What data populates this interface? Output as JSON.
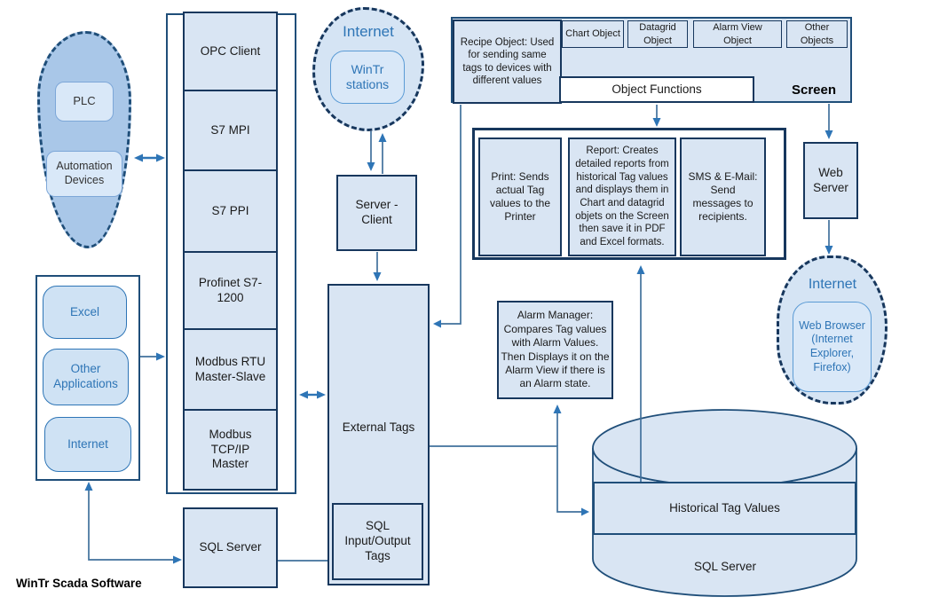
{
  "title": "WinTr Scada Software",
  "automation_cloud": {
    "plc": "PLC",
    "devices": "Automation Devices"
  },
  "stack": {
    "items": [
      "OPC Client",
      "S7 MPI",
      "S7 PPI",
      "Profinet S7-1200",
      "Modbus RTU Master-Slave",
      "Modbus TCP/IP Master"
    ]
  },
  "applications": {
    "items": [
      "Excel",
      "Other Applications",
      "Internet"
    ]
  },
  "sql_server_box": "SQL Server",
  "internet_cloud_top": {
    "label": "Internet",
    "inner": "WinTr stations"
  },
  "server_client": "Server - Client",
  "external_tags": {
    "label": "External Tags",
    "sub": "SQL Input/Output Tags"
  },
  "screen": {
    "recipe": "Recipe Object: Used for sending same tags to devices with different values",
    "objects": [
      "Chart Object",
      "Datagrid Object",
      "Alarm View Object",
      "Other Objects"
    ],
    "functions_label": "Object Functions",
    "screen_label": "Screen"
  },
  "functions": {
    "print": "Print: Sends actual Tag values to the Printer",
    "report": "Report: Creates detailed reports from historical Tag values and displays them in Chart and datagrid objets on the Screen then save it in PDF and Excel formats.",
    "sms": "SMS & E-Mail: Send messages to recipients."
  },
  "alarm_manager": "Alarm Manager: Compares Tag values with Alarm Values. Then Displays it on the Alarm View if there is an Alarm state.",
  "web_server": "Web Server",
  "internet_cloud_right": {
    "label": "Internet",
    "inner": "Web Browser (Internet Explorer, Firefox)"
  },
  "database": {
    "band": "Historical Tag Values",
    "label": "SQL Server"
  },
  "colors": {
    "box_fill": "#d9e5f3",
    "box_border": "#17375d",
    "panel_border": "#1f4e79",
    "blob_fill": "#a9c7e8",
    "cloud_fill": "#d5e4f4",
    "blue_text": "#2e75b6",
    "line": "#41719c",
    "arrow": "#2e75b6"
  }
}
